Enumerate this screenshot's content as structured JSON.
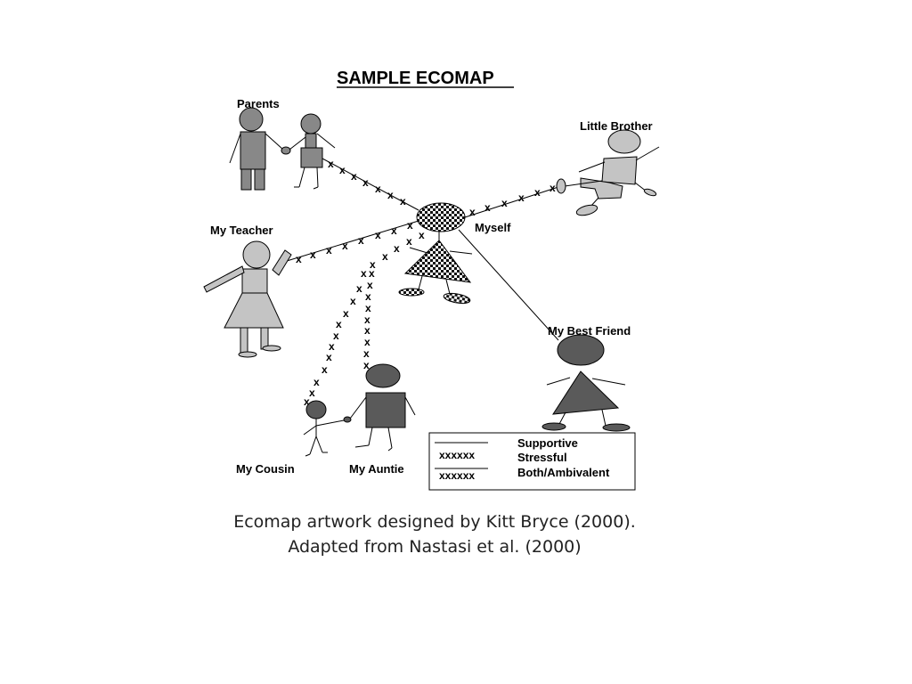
{
  "title": "SAMPLE ECOMAP",
  "labels": {
    "parents": "Parents",
    "little_brother": "Little Brother",
    "my_teacher": "My Teacher",
    "myself": "Myself",
    "my_best_friend": "My Best Friend",
    "my_cousin": "My Cousin",
    "my_auntie": "My Auntie"
  },
  "legend": {
    "supportive": "Supportive",
    "stressful": "Stressful",
    "ambivalent": "Both/Ambivalent",
    "stress_mark": "xxxxxx",
    "ambivalent_mark": "xxxxxx"
  },
  "connections": {
    "parents": "Stressful",
    "little_brother": "Stressful",
    "my_teacher": "Both/Ambivalent",
    "my_cousin": "Stressful",
    "my_auntie": "Stressful",
    "my_best_friend": "Supportive"
  },
  "caption": {
    "line1": "Ecomap artwork designed by Kitt Bryce (2000).",
    "line2": "Adapted from Nastasi et al. (2000)"
  },
  "colors": {
    "dark_figure": "#5a5a5a",
    "medium_figure": "#888888",
    "light_figure": "#c4c4c4"
  }
}
